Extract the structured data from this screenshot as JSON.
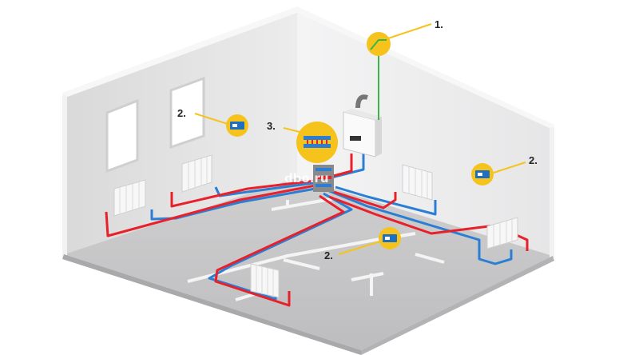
{
  "diagram": {
    "callouts": [
      {
        "id": "boiler-connection",
        "label": "1."
      },
      {
        "id": "thermostat-left-wall",
        "label": "2."
      },
      {
        "id": "manifold",
        "label": "3."
      },
      {
        "id": "thermostat-right-wall",
        "label": "2."
      },
      {
        "id": "thermostat-floor",
        "label": "2."
      }
    ],
    "watermark": "dbo.ru",
    "colors": {
      "supply_pipe": "#e8202a",
      "return_pipe": "#2a7fd4",
      "control_wire": "#3cb44a",
      "callout_badge": "#f6c31c",
      "callout_line": "#f6c31c"
    }
  }
}
